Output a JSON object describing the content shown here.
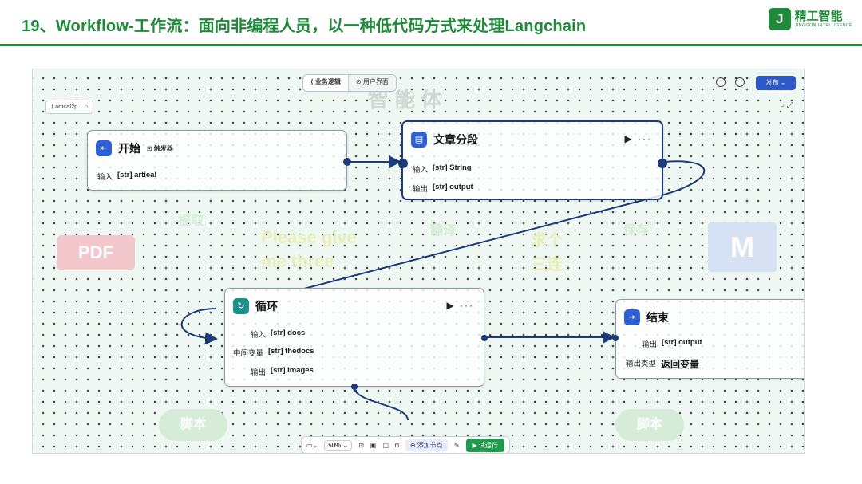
{
  "slide": {
    "title": "19、Workflow-工作流：面向非编程人员，以一种低代码方式来处理Langchain",
    "brand_mark": "J",
    "brand_name": "精工智能",
    "brand_sub": "JINGGON INTELLIGENCE"
  },
  "topbar": {
    "tab_business": "⟨ 业务逻辑",
    "tab_user": "⊙ 用户界面",
    "publish": "发布 ⌄"
  },
  "workflow_tab": "⟨ artical2p... ○",
  "ghost": {
    "agent": "智 能 体",
    "pdf": "PDF",
    "extract": "提取",
    "please": "Please give",
    "three": "me three",
    "translate": "翻译",
    "findone": "求个",
    "sanlian": "三连",
    "save": "保存",
    "m": "M",
    "script1": "脚本",
    "script2": "脚本"
  },
  "nodes": {
    "start": {
      "icon": "⇤",
      "title": "开始",
      "sub": "⊡ 触发器",
      "rows": [
        {
          "k": "输入",
          "v": "[str] artical"
        }
      ]
    },
    "split": {
      "icon": "▤",
      "title": "文章分段",
      "actions": "▶ ···",
      "rows": [
        {
          "k": "输入",
          "v": "[str] String"
        },
        {
          "k": "输出",
          "v": "[str] output"
        }
      ]
    },
    "loop": {
      "icon": "↻",
      "title": "循环",
      "actions": "▶ ···",
      "rows": [
        {
          "k": "输入",
          "v": "[str] docs"
        },
        {
          "k": "中间变量",
          "v": "[str] thedocs"
        },
        {
          "k": "输出",
          "v": "[str] Images"
        }
      ]
    },
    "end": {
      "icon": "⇥",
      "title": "结束",
      "rows": [
        {
          "k": "输出",
          "v": "[str] output"
        },
        {
          "k": "输出类型",
          "v": "返回变量"
        }
      ]
    }
  },
  "bottombar": {
    "zoom": "50% ⌄",
    "add_node": "⊕ 添加节点",
    "run": "▶ 试运行"
  }
}
